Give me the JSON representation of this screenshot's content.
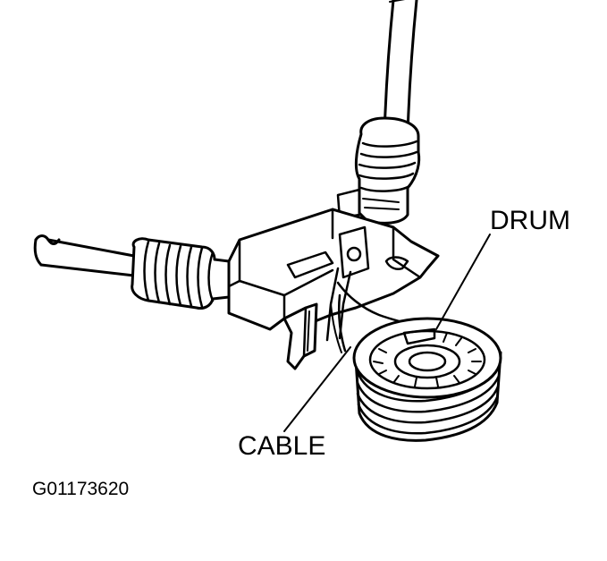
{
  "labels": {
    "drum": "DRUM",
    "cable": "CABLE",
    "figure_code": "G01173620"
  },
  "colors": {
    "ink": "#000000",
    "paper": "#ffffff"
  }
}
